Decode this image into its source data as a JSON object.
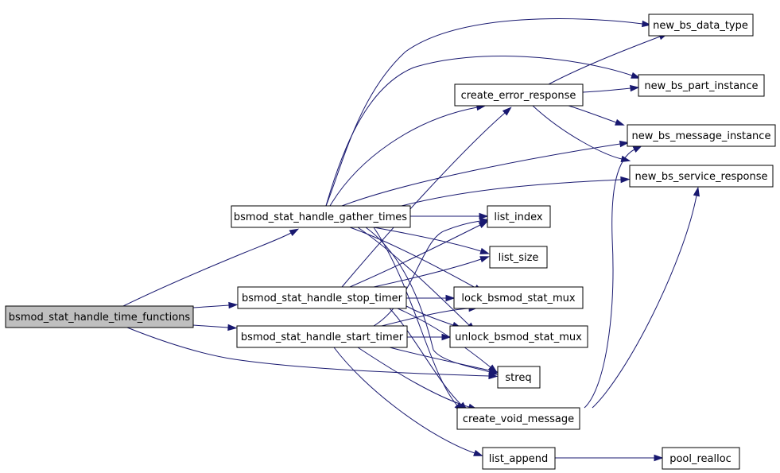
{
  "graph": {
    "nodes": {
      "root": "bsmod_stat_handle_time_functions",
      "gather_times": "bsmod_stat_handle_gather_times",
      "stop_timer": "bsmod_stat_handle_stop_timer",
      "start_timer": "bsmod_stat_handle_start_timer",
      "create_error_response": "create_error_response",
      "new_bs_data_type": "new_bs_data_type",
      "new_bs_part_instance": "new_bs_part_instance",
      "new_bs_message_instance": "new_bs_message_instance",
      "new_bs_service_response": "new_bs_service_response",
      "list_index": "list_index",
      "list_size": "list_size",
      "lock_bsmod_stat_mux": "lock_bsmod_stat_mux",
      "unlock_bsmod_stat_mux": "unlock_bsmod_stat_mux",
      "streq": "streq",
      "create_void_message": "create_void_message",
      "list_append": "list_append",
      "pool_realloc": "pool_realloc"
    },
    "edges": [
      [
        "root",
        "gather_times"
      ],
      [
        "root",
        "stop_timer"
      ],
      [
        "root",
        "start_timer"
      ],
      [
        "root",
        "streq"
      ],
      [
        "gather_times",
        "new_bs_data_type"
      ],
      [
        "gather_times",
        "new_bs_part_instance"
      ],
      [
        "gather_times",
        "create_error_response"
      ],
      [
        "gather_times",
        "new_bs_message_instance"
      ],
      [
        "gather_times",
        "new_bs_service_response"
      ],
      [
        "gather_times",
        "list_index"
      ],
      [
        "gather_times",
        "list_size"
      ],
      [
        "gather_times",
        "lock_bsmod_stat_mux"
      ],
      [
        "gather_times",
        "unlock_bsmod_stat_mux"
      ],
      [
        "gather_times",
        "streq"
      ],
      [
        "gather_times",
        "create_void_message"
      ],
      [
        "stop_timer",
        "create_error_response"
      ],
      [
        "stop_timer",
        "list_index"
      ],
      [
        "stop_timer",
        "list_size"
      ],
      [
        "stop_timer",
        "lock_bsmod_stat_mux"
      ],
      [
        "stop_timer",
        "unlock_bsmod_stat_mux"
      ],
      [
        "stop_timer",
        "streq"
      ],
      [
        "stop_timer",
        "create_void_message"
      ],
      [
        "start_timer",
        "list_index"
      ],
      [
        "start_timer",
        "lock_bsmod_stat_mux"
      ],
      [
        "start_timer",
        "unlock_bsmod_stat_mux"
      ],
      [
        "start_timer",
        "streq"
      ],
      [
        "start_timer",
        "create_void_message"
      ],
      [
        "start_timer",
        "list_append"
      ],
      [
        "create_error_response",
        "new_bs_data_type"
      ],
      [
        "create_error_response",
        "new_bs_part_instance"
      ],
      [
        "create_error_response",
        "new_bs_message_instance"
      ],
      [
        "create_error_response",
        "new_bs_service_response"
      ],
      [
        "create_void_message",
        "new_bs_message_instance"
      ],
      [
        "create_void_message",
        "new_bs_service_response"
      ],
      [
        "list_append",
        "pool_realloc"
      ]
    ]
  }
}
